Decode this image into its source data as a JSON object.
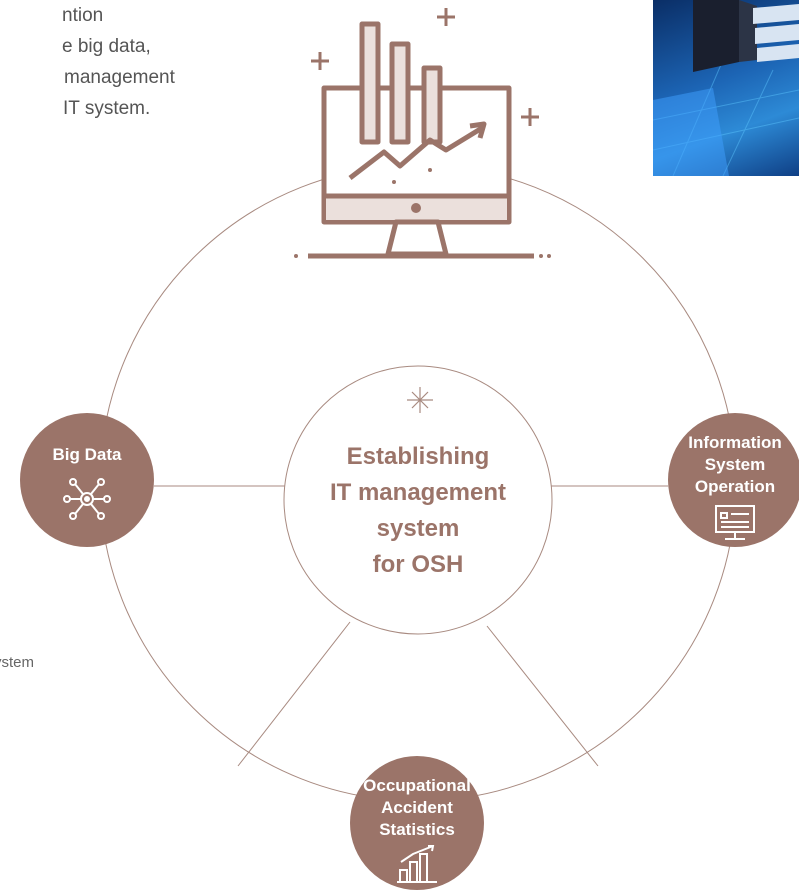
{
  "intro_lines": [
    "ntion",
    "e big data,",
    "management",
    "IT system."
  ],
  "side_text": "ystem",
  "center": {
    "title_lines": [
      "Establishing",
      "IT management",
      "system",
      "for OSH"
    ]
  },
  "nodes": {
    "big_data": {
      "label_lines": [
        "Big Data"
      ],
      "icon": "network-hub-icon"
    },
    "info_system": {
      "label_lines": [
        "Information",
        "System",
        "Operation"
      ],
      "icon": "monitor-document-icon"
    },
    "accident_stats": {
      "label_lines": [
        "Occupational",
        "Accident",
        "Statistics"
      ],
      "icon": "bar-chart-icon"
    }
  },
  "colors": {
    "accent": "#9b7469",
    "light_fill": "#ebe0dc",
    "line": "#a88a80"
  },
  "hero_icon": "monitor-rising-chart-icon",
  "photo_icon": "server-rack-icon"
}
